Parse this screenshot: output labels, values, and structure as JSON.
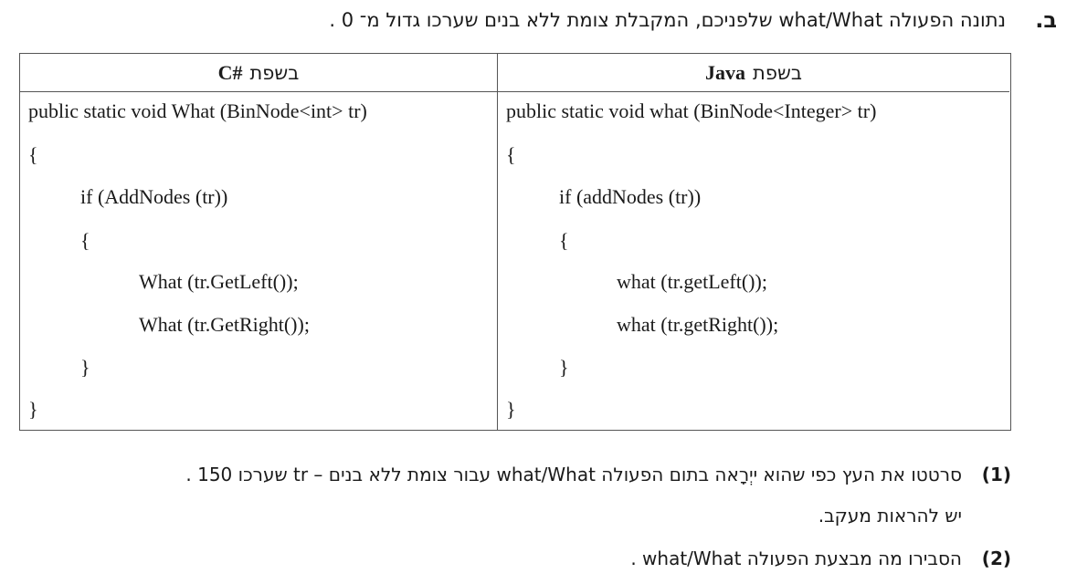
{
  "question": {
    "label": "ב.",
    "intro": "נתונה הפעולה  what/What  שלפניכם, המקבלת צומת ללא בנים שערכו גדול מ־ 0 ."
  },
  "table": {
    "csharp": {
      "header_prefix": "בשפת",
      "header_lang": "C#",
      "lines": [
        "public static void What (BinNode<int> tr)",
        "{",
        "if (AddNodes (tr))",
        "{",
        "What (tr.GetLeft());",
        "What (tr.GetRight());",
        "}",
        "}"
      ]
    },
    "java": {
      "header_prefix": "בשפת",
      "header_lang": "Java",
      "lines": [
        "public static void what (BinNode<Integer> tr)",
        "{",
        "if (addNodes (tr))",
        "{",
        "what (tr.getLeft());",
        "what (tr.getRight());",
        "}",
        "}"
      ]
    }
  },
  "subquestions": [
    {
      "number": "(1)",
      "text": "סרטטו את העץ כפי שהוא ייְרָאה בתום הפעולה  what/What  עבור צומת ללא בנים – tr  שערכו  150 .",
      "text_cont": "יש להראות מעקב."
    },
    {
      "number": "(2)",
      "text": "הסבירו מה מבצעת הפעולה  what/What ."
    }
  ]
}
